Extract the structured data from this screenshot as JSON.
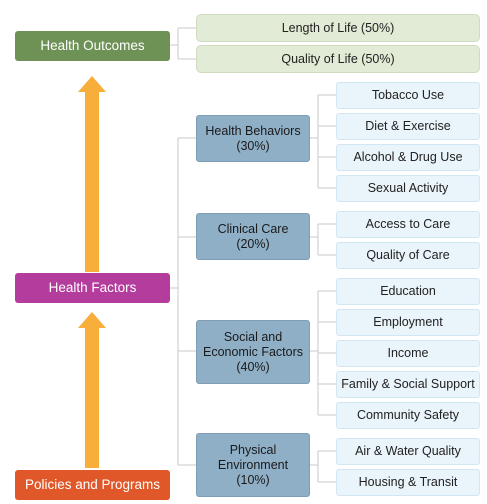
{
  "colors": {
    "outcomes": "#6e9256",
    "factors": "#b43c9c",
    "policies": "#e0582a",
    "arrow": "#f7ae3a",
    "category": "#8fafc6",
    "leaf": "#eaf4fb",
    "outcome_leaf": "#e2ebd6",
    "connector": "#c8c8c8"
  },
  "left": {
    "outcomes": "Health Outcomes",
    "factors": "Health Factors",
    "policies": "Policies and Programs"
  },
  "outcomes": [
    {
      "label": "Length of Life (50%)"
    },
    {
      "label": "Quality of Life (50%)"
    }
  ],
  "categories": [
    {
      "line1": "Health Behaviors",
      "line2": "(30%)"
    },
    {
      "line1": "Clinical Care",
      "line2": "(20%)"
    },
    {
      "line1": "Social and",
      "line2": "Economic Factors",
      "line3": "(40%)"
    },
    {
      "line1": "Physical",
      "line2": "Environment",
      "line3": "(10%)"
    }
  ],
  "factors": [
    {
      "label": "Tobacco Use"
    },
    {
      "label": "Diet & Exercise"
    },
    {
      "label": "Alcohol & Drug Use"
    },
    {
      "label": "Sexual Activity"
    },
    {
      "label": "Access to Care"
    },
    {
      "label": "Quality of Care"
    },
    {
      "label": "Education"
    },
    {
      "label": "Employment"
    },
    {
      "label": "Income"
    },
    {
      "label": "Family & Social Support"
    },
    {
      "label": "Community Safety"
    },
    {
      "label": "Air & Water Quality"
    },
    {
      "label": "Housing & Transit"
    }
  ]
}
